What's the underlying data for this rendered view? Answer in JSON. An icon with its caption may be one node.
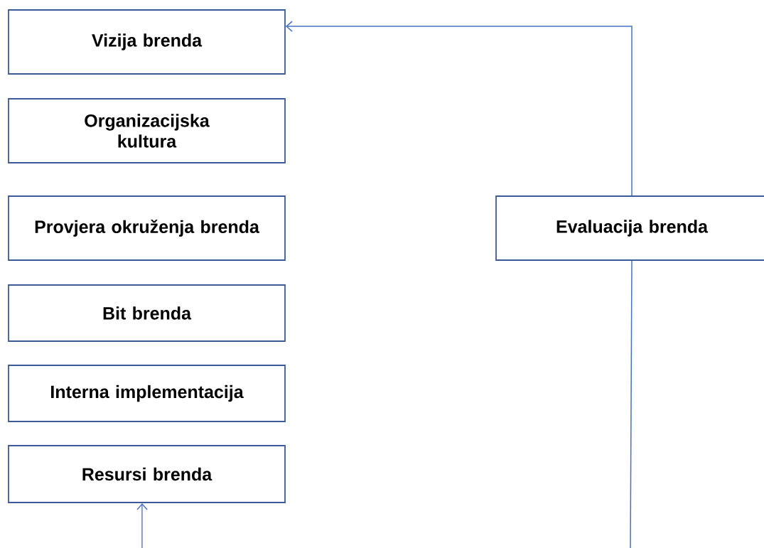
{
  "diagram": {
    "nodes": [
      {
        "text": [
          "Vizija brenda"
        ]
      },
      {
        "text": [
          "Organizacijska kultura"
        ]
      },
      {
        "text": [
          "Provjera okruženja brenda"
        ]
      },
      {
        "text": [
          "Bit brenda"
        ]
      },
      {
        "text": [
          "Interna implementacija"
        ]
      },
      {
        "text": [
          "Resursi brenda"
        ]
      },
      {
        "text": [
          "Evaluacija brenda"
        ]
      }
    ],
    "edges": [
      {
        "from": 6,
        "to": 0,
        "arrow": "to"
      },
      {
        "from": 6,
        "to": null,
        "arrow": "none"
      },
      {
        "from": null,
        "to": 5,
        "arrow": "to"
      }
    ]
  }
}
